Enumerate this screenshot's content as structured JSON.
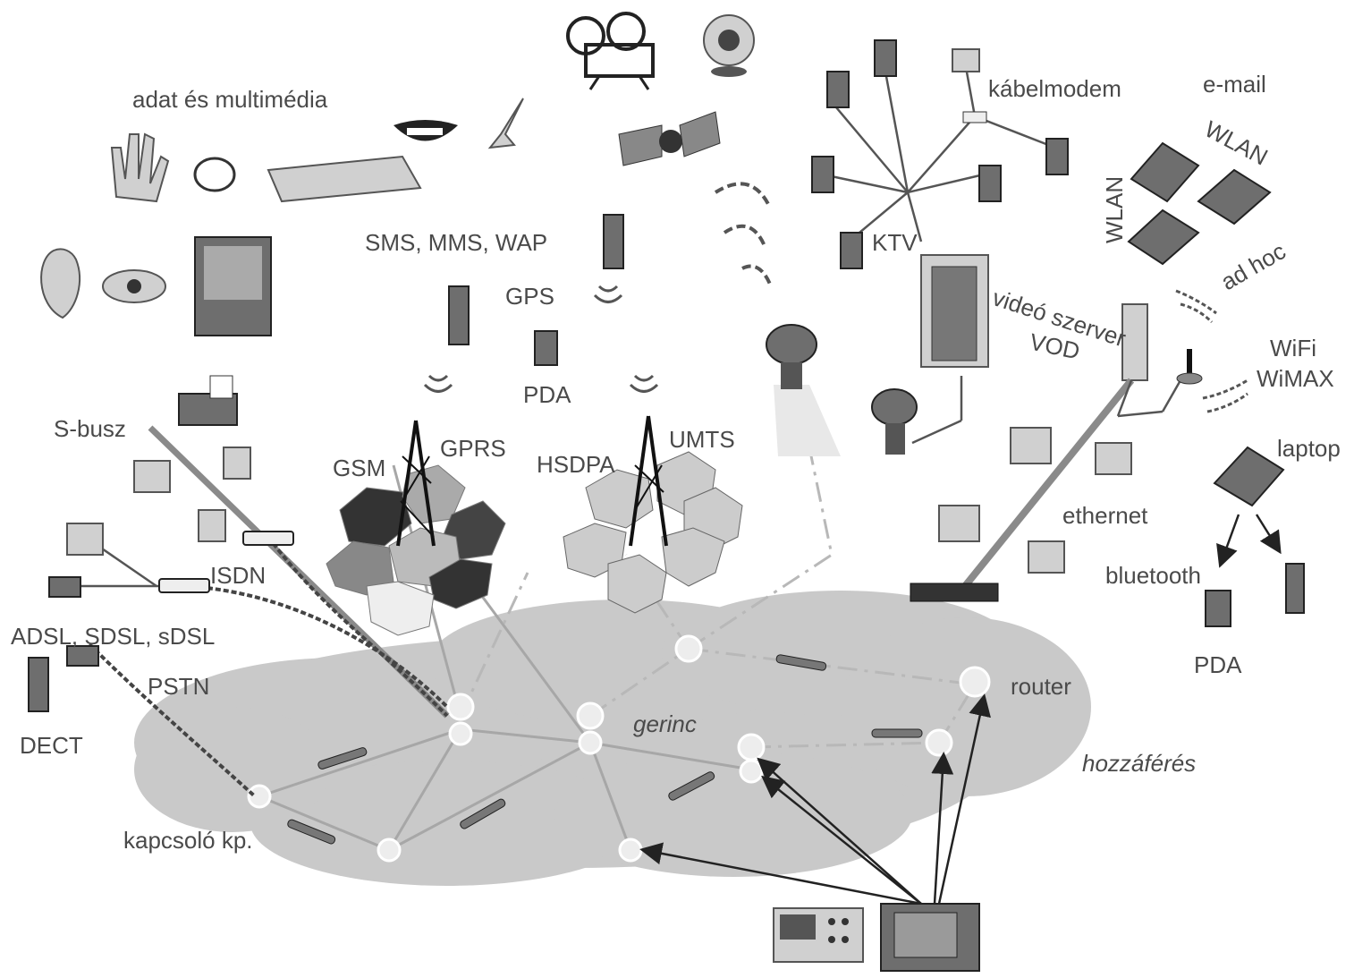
{
  "labels": {
    "data_multimedia": "adat és multimédia",
    "sms_mms_wap": "SMS, MMS, WAP",
    "gps": "GPS",
    "pda_top": "PDA",
    "s_busz": "S-busz",
    "gsm": "GSM",
    "gprs": "GPRS",
    "hsdpa": "HSDPA",
    "umts": "UMTS",
    "isdn": "ISDN",
    "adsl": "ADSL, SDSL, sDSL",
    "pstn": "PSTN",
    "dect": "DECT",
    "kapcsolo": "kapcsoló kp.",
    "gerinc": "gerinc",
    "router": "router",
    "hozzaferes": "hozzáférés",
    "kabelmodem": "kábelmodem",
    "email": "e-mail",
    "wlan_1": "WLAN",
    "wlan_2": "WLAN",
    "ktv": "KTV",
    "video_szerver": "videó szerver",
    "vod": "VOD",
    "ad_hoc": "ad hoc",
    "wifi": "WiFi",
    "wimax": "WiMAX",
    "laptop": "laptop",
    "ethernet": "ethernet",
    "bluetooth": "bluetooth",
    "pda_bottom": "PDA"
  },
  "colors": {
    "cloud": "#c9c9c9",
    "text": "#4a4a4a",
    "device_dark": "#6e6e6e",
    "device_light": "#d0d0d0"
  }
}
